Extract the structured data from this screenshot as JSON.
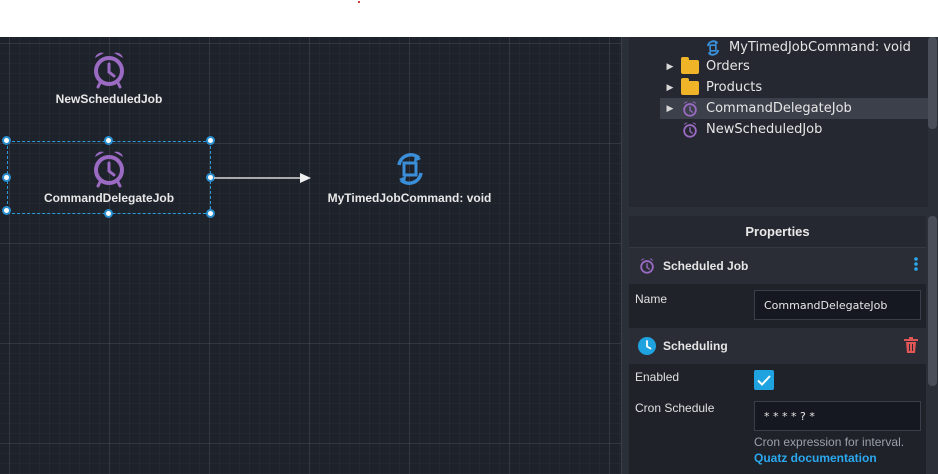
{
  "canvas": {
    "nodes": [
      {
        "label": "NewScheduledJob",
        "icon": "alarm-clock-icon"
      },
      {
        "label": "CommandDelegateJob",
        "icon": "alarm-clock-icon"
      },
      {
        "label": "MyTimedJobCommand: void",
        "icon": "command-cycle-icon"
      }
    ]
  },
  "tree": {
    "items": [
      {
        "label": "MyTimedJobCommand: void",
        "icon": "command-cycle-icon",
        "expandable": false
      },
      {
        "label": "Orders",
        "icon": "folder-icon",
        "expandable": true
      },
      {
        "label": "Products",
        "icon": "folder-icon",
        "expandable": true
      },
      {
        "label": "CommandDelegateJob",
        "icon": "alarm-clock-icon",
        "expandable": true,
        "selected": true
      },
      {
        "label": "NewScheduledJob",
        "icon": "alarm-clock-icon",
        "expandable": false
      }
    ]
  },
  "properties": {
    "title": "Properties",
    "scheduled_job_section": "Scheduled Job",
    "name_label": "Name",
    "name_value": "CommandDelegateJob",
    "scheduling_section": "Scheduling",
    "enabled_label": "Enabled",
    "enabled": true,
    "cron_label": "Cron Schedule",
    "cron_value": "* * * * ? *",
    "cron_hint": "Cron expression for interval.",
    "doc_link": "Quatz documentation"
  },
  "colors": {
    "canvas_bg": "#1e222b",
    "panel_bg": "#252830",
    "accent": "#1fa3e0",
    "job_icon": "#9b6bc4",
    "command_icon": "#3a8fd8",
    "delete_icon": "#e05555"
  }
}
